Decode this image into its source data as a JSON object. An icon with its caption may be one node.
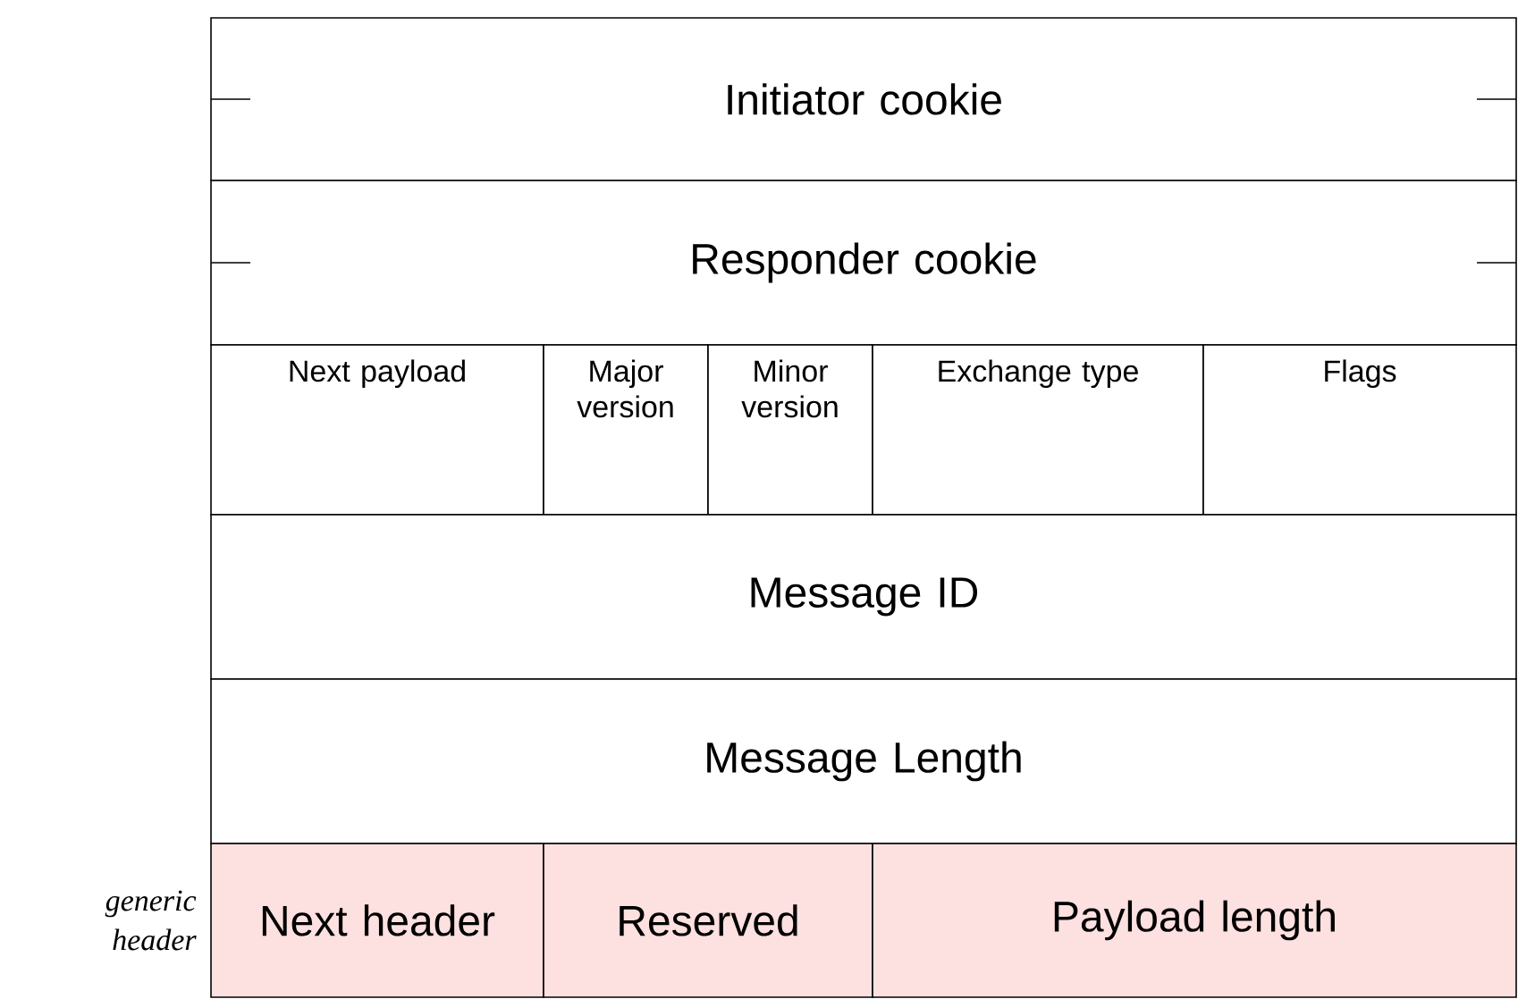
{
  "diagram": {
    "nodes": [
      {
        "text": [
          "Initiator cookie"
        ]
      },
      {
        "text": [
          "Responder cookie"
        ]
      },
      {
        "text": [
          "Next payload"
        ]
      },
      {
        "text": [
          "Major version"
        ]
      },
      {
        "text": [
          "Minor version"
        ]
      },
      {
        "text": [
          "Exchange type"
        ]
      },
      {
        "text": [
          "Flags"
        ]
      },
      {
        "text": [
          "Message ID"
        ]
      },
      {
        "text": [
          "Message Length"
        ]
      },
      {
        "text": [
          "Next header"
        ]
      },
      {
        "text": [
          "Reserved"
        ]
      },
      {
        "text": [
          "Payload length"
        ]
      }
    ],
    "labels": [
      "generic header"
    ]
  }
}
